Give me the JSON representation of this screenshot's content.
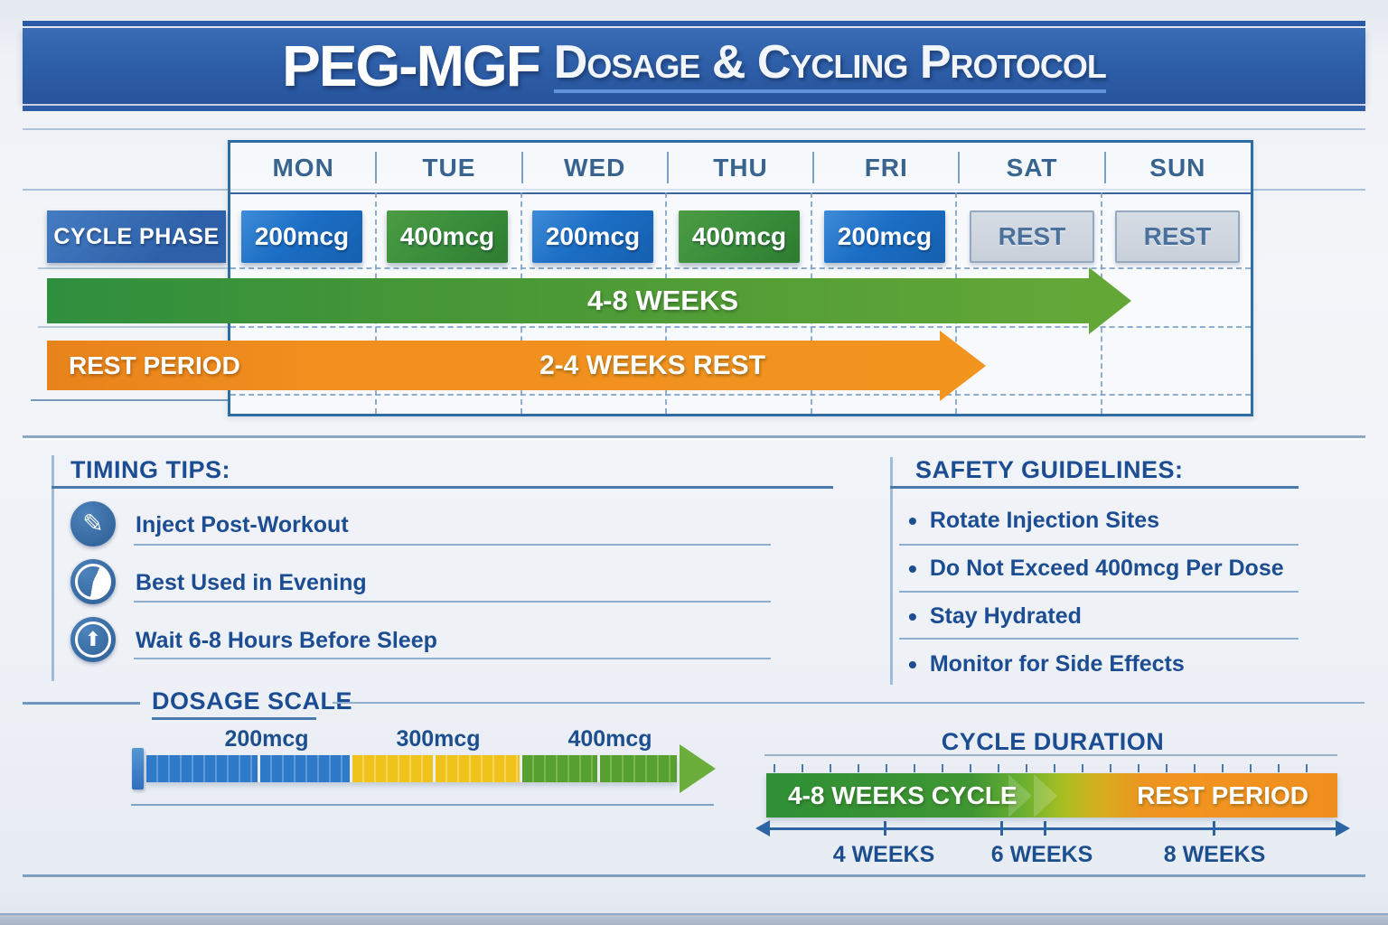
{
  "banner": {
    "product": "PEG-MGF",
    "subtitle": "Dosage & Cycling Protocol"
  },
  "schedule": {
    "days": [
      "MON",
      "TUE",
      "WED",
      "THU",
      "FRI",
      "SAT",
      "SUN"
    ],
    "phase_label": "CYCLE PHASE",
    "doses": [
      {
        "day": "MON",
        "label": "200mcg",
        "style": "blue"
      },
      {
        "day": "TUE",
        "label": "400mcg",
        "style": "green"
      },
      {
        "day": "WED",
        "label": "200mcg",
        "style": "blue"
      },
      {
        "day": "THU",
        "label": "400mcg",
        "style": "green"
      },
      {
        "day": "FRI",
        "label": "200mcg",
        "style": "blue"
      },
      {
        "day": "SAT",
        "label": "REST",
        "style": "rest"
      },
      {
        "day": "SUN",
        "label": "REST",
        "style": "rest"
      }
    ],
    "cycle_arrow_label": "4-8 WEEKS",
    "rest_phase_label": "REST PERIOD",
    "rest_arrow_label": "2-4 WEEKS REST"
  },
  "timing_tips": {
    "heading": "TIMING TIPS:",
    "items": [
      {
        "icon": "syringe-icon",
        "glyph": "✎",
        "text": "Inject Post-Workout"
      },
      {
        "icon": "clock-icon",
        "glyph": "",
        "text": "Best Used in Evening"
      },
      {
        "icon": "arrow-up-icon",
        "glyph": "⬆",
        "text": "Wait 6-8 Hours Before Sleep"
      }
    ]
  },
  "safety": {
    "heading": "SAFETY GUIDELINES:",
    "bullet_char": "•",
    "items": [
      "Rotate Injection Sites",
      "Do Not Exceed 400mcg Per Dose",
      "Stay Hydrated",
      "Monitor for Side Effects"
    ]
  },
  "dosage_scale": {
    "heading": "DOSAGE SCALE",
    "labels": [
      "200mcg",
      "300mcg",
      "400mcg"
    ]
  },
  "cycle_duration": {
    "heading": "CYCLE DURATION",
    "bar_left_label": "4-8 WEEKS CYCLE",
    "bar_right_label": "REST PERIOD",
    "axis_labels": [
      "4 WEEKS",
      "6 WEEKS",
      "8 WEEKS"
    ]
  },
  "colors": {
    "banner_blue": "#2b5ba7",
    "dose_blue": "#1b6ec5",
    "dose_green": "#3a8e3b",
    "cycle_arrow_green": "#5aa237",
    "rest_orange": "#f3941f",
    "scale_yellow": "#f0c31c",
    "heading_blue": "#1c4d92"
  }
}
